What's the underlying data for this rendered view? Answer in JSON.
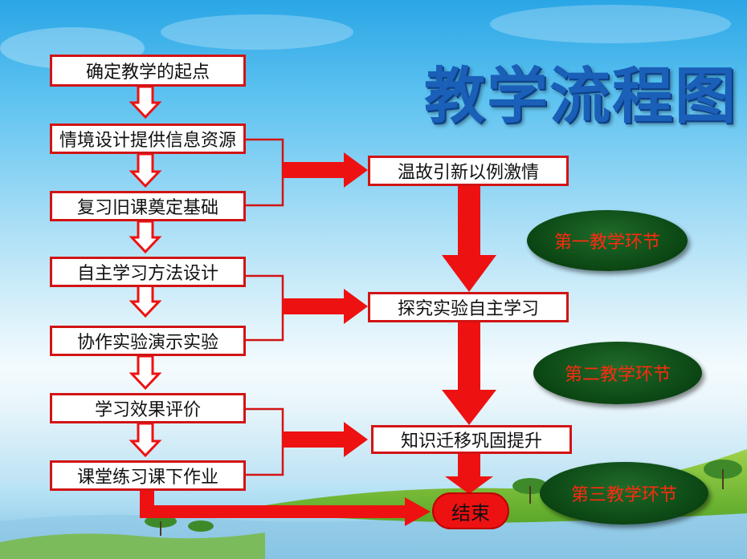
{
  "title": "教学流程图",
  "left_steps": [
    "确定教学的起点",
    "情境设计提供信息资源",
    "复习旧课奠定基础",
    "自主学习方法设计",
    "协作实验演示实验",
    "学习效果评价",
    "课堂练习课下作业"
  ],
  "right_steps": [
    "温故引新以例激情",
    "探究实验自主学习",
    "知识迁移巩固提升"
  ],
  "stages": [
    "第一教学环节",
    "第二教学环节",
    "第三教学环节"
  ],
  "end_label": "结束",
  "colors": {
    "arrow": "#ee1111",
    "box_border": "#d21414",
    "title": "#1a5fb8",
    "oval": "#0b4513",
    "oval_text": "#ff2a10"
  }
}
